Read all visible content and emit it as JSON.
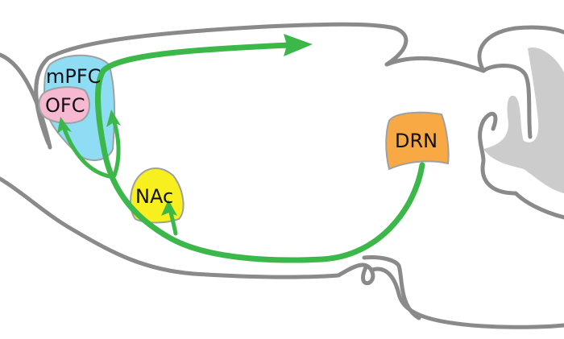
{
  "regions": [
    {
      "id": "mpfc",
      "label": "mPFC",
      "color": "#8fdcf5"
    },
    {
      "id": "ofc",
      "label": "OFC",
      "color": "#f7b8d2"
    },
    {
      "id": "nac",
      "label": "NAc",
      "color": "#f7f01e"
    },
    {
      "id": "drn",
      "label": "DRN",
      "color": "#f9a944"
    }
  ],
  "colors": {
    "pathway": "#3cb84a",
    "outline": "#8a8a8a",
    "cerebellum_fill": "#cccccc"
  }
}
